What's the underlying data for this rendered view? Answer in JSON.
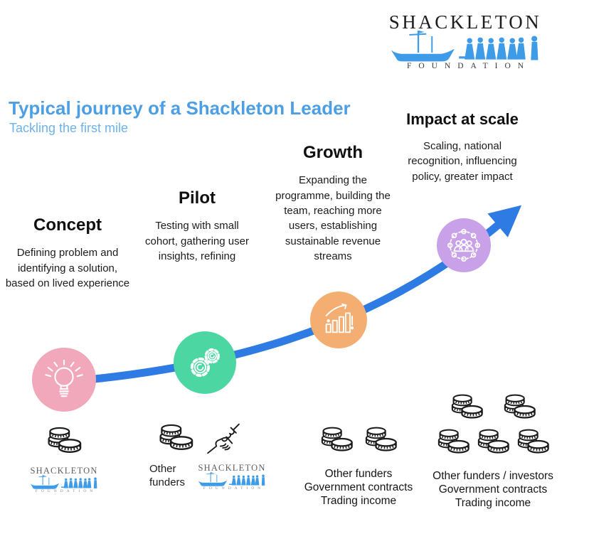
{
  "brand": {
    "name": "SHACKLETON",
    "sub": "FOUNDATION"
  },
  "header": {
    "title": "Typical journey of a Shackleton Leader",
    "subtitle": "Tackling the first mile"
  },
  "stages": [
    {
      "label": "Concept",
      "description": "Defining problem and identifying a solution, based on lived experience",
      "circle_color": "#F2A8BB",
      "icon": "lightbulb-icon"
    },
    {
      "label": "Pilot",
      "description": "Testing with small cohort, gathering user insights, refining",
      "circle_color": "#4CD6A2",
      "icon": "gears-icon"
    },
    {
      "label": "Growth",
      "description": "Expanding the programme, building the team, reaching more users, establishing sustainable revenue streams",
      "circle_color": "#F5AE72",
      "icon": "growth-chart-icon"
    },
    {
      "label": "Impact at scale",
      "description": "Scaling, national recognition, influencing policy, greater impact",
      "circle_color": "#C9A1E9",
      "icon": "network-icon"
    }
  ],
  "funding": {
    "concept_icons": [
      "coins-icon",
      "shackleton-logo"
    ],
    "pilot_label": "Other funders",
    "pilot_icons": [
      "coins-icon",
      "handshake-icon",
      "shackleton-logo"
    ],
    "growth_coin_stacks": 2,
    "growth_lines": [
      "Other funders",
      "Government contracts",
      "Trading income"
    ],
    "impact_coin_stacks": 5,
    "impact_lines": [
      "Other funders / investors",
      "Government contracts",
      "Trading income"
    ]
  },
  "colors": {
    "arrow": "#2F7BE4",
    "title": "#4C9FE3",
    "subtitle": "#6FB2EA",
    "logo_blue": "#3E9BE8",
    "concept_circle": "#F2A8BB",
    "pilot_circle": "#4CD6A2",
    "growth_circle": "#F5AE72",
    "impact_circle": "#C9A1E9"
  }
}
